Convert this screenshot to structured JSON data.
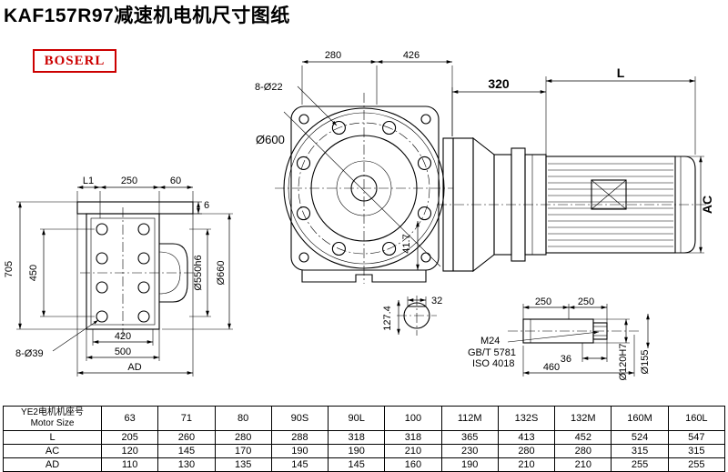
{
  "page": {
    "title": "KAF157R97减速机电机尺寸图纸",
    "logo": "BOSERL"
  },
  "drawing": {
    "front_view": {
      "L1": "L1",
      "d250": "250",
      "d60": "60",
      "d6": "6",
      "d705": "705",
      "d450": "450",
      "d550h6": "Ø550h6",
      "d660": "Ø660",
      "holes": "8-Ø39",
      "d420": "420",
      "d500": "500",
      "AD": "AD"
    },
    "flange_view": {
      "d280": "280",
      "d426": "426",
      "holes": "8-Ø22",
      "d600": "Ø600",
      "d41_7": "41.7"
    },
    "side_view": {
      "d320": "320",
      "L": "L",
      "AC": "AC"
    },
    "shaft_section": {
      "d32": "32",
      "d127_4": "127.4"
    },
    "shaft_detail": {
      "d250a": "250",
      "d250b": "250",
      "M24": "M24",
      "gbt": "GB/T 5781",
      "iso": "ISO 4018",
      "d36": "36",
      "d460": "460",
      "d120": "Ø120H7",
      "d155": "Ø155"
    }
  },
  "table": {
    "header": {
      "line1": "YE2电机机座号",
      "line2": "Motor Size"
    },
    "columns": [
      "63",
      "71",
      "80",
      "90S",
      "90L",
      "100",
      "112M",
      "132S",
      "132M",
      "160M",
      "160L"
    ],
    "rows": [
      {
        "label": "L",
        "values": [
          "205",
          "260",
          "280",
          "288",
          "318",
          "318",
          "365",
          "413",
          "452",
          "524",
          "547"
        ]
      },
      {
        "label": "AC",
        "values": [
          "120",
          "145",
          "170",
          "190",
          "190",
          "210",
          "230",
          "280",
          "280",
          "315",
          "315"
        ]
      },
      {
        "label": "AD",
        "values": [
          "110",
          "130",
          "135",
          "145",
          "145",
          "160",
          "190",
          "210",
          "210",
          "255",
          "255"
        ]
      }
    ]
  }
}
